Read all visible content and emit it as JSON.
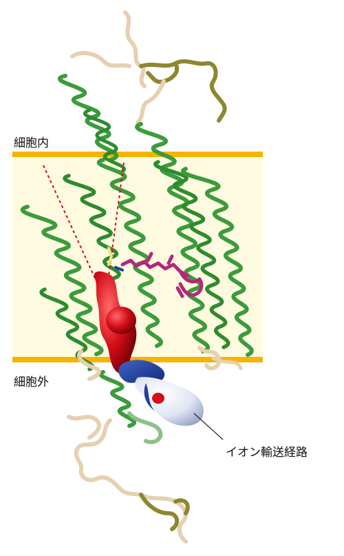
{
  "labels": {
    "inside": "細胞内",
    "outside": "細胞外",
    "pathway": "イオン輸送経路"
  },
  "colors": {
    "membrane_band": "#fffbe0",
    "membrane_edge": "#f6b300",
    "helix": "#3c9b3c",
    "helix_dark": "#236f23",
    "loop_tan": "#e5d0b0",
    "loop_olive": "#8d8830",
    "pathway_red": "#d40d18",
    "pathway_blue": "#1f3fa6",
    "pathway_pale": "#e6ebf6",
    "retinal": "#b8257a",
    "guide_line": "#e0001a"
  },
  "icons": {
    "helix": "protein-helix-bundle",
    "pathway": "ion-pathway-surface",
    "retinal": "retinal-chromophore"
  }
}
